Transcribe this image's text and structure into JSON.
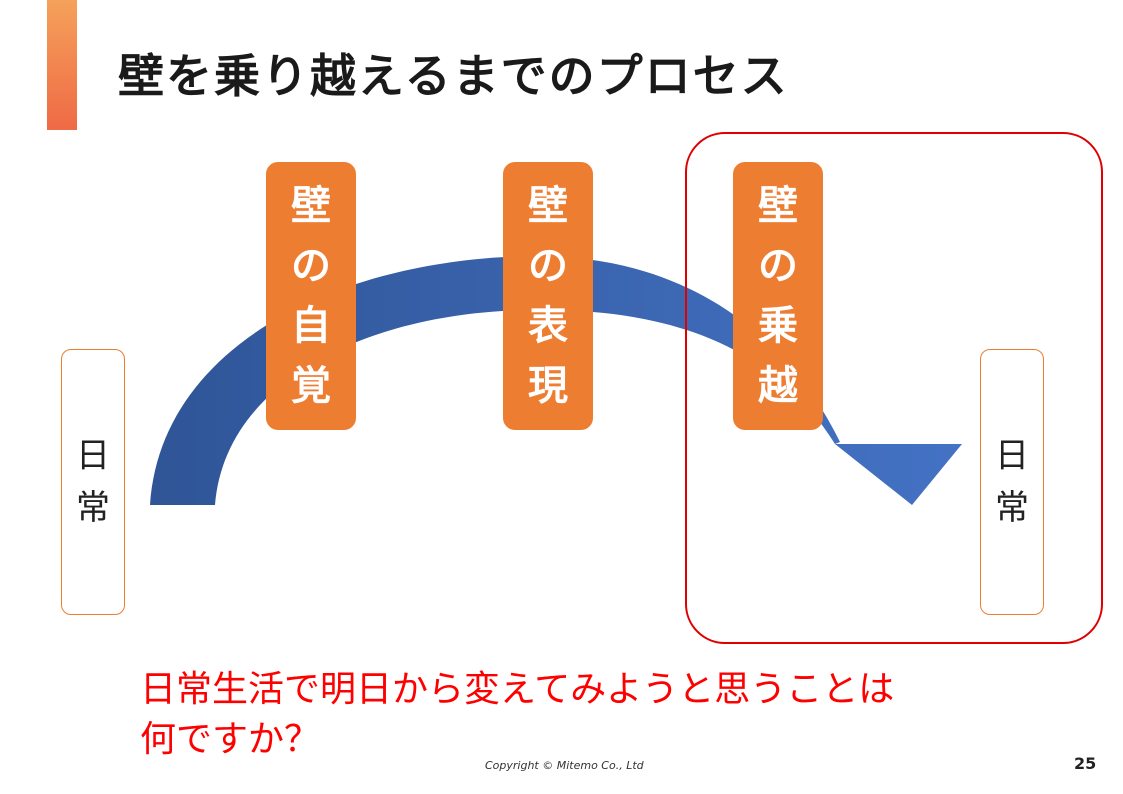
{
  "slide": {
    "title": "壁を乗り越えるまでのプロセス",
    "daily_left": [
      "日",
      "常"
    ],
    "daily_right": [
      "日",
      "常"
    ],
    "stages": [
      {
        "chars": [
          "壁",
          "の",
          "自",
          "覚"
        ]
      },
      {
        "chars": [
          "壁",
          "の",
          "表",
          "現"
        ]
      },
      {
        "chars": [
          "壁",
          "の",
          "乗",
          "越"
        ]
      }
    ],
    "question_lines": [
      "日常生活で明日から変えてみようと思うことは",
      "何ですか？"
    ],
    "copyright": "Copyright © Mitemo Co., Ltd",
    "page_number": "25"
  },
  "colors": {
    "accent": "#ed7d31",
    "arrow_dark": "#2f5597",
    "arrow_light": "#4472c4",
    "highlight": "#e00000",
    "question": "#ff0000"
  },
  "icons": [
    "curved-arrow-icon"
  ]
}
